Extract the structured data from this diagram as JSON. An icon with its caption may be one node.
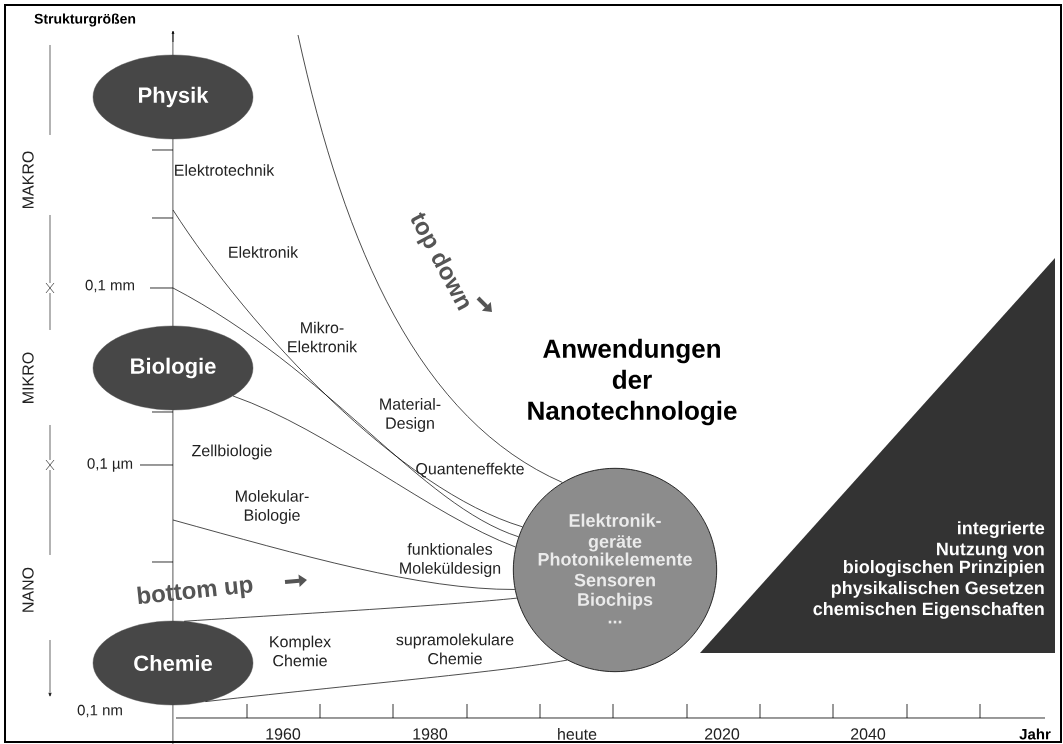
{
  "diagram": {
    "title": "Anwendungen der Nanotechnologie",
    "nodes": [
      {
        "text": [
          "Physik"
        ]
      },
      {
        "text": [
          "Biologie"
        ]
      },
      {
        "text": [
          "Chemie"
        ]
      },
      {
        "text": [
          "Elektronik-geräte",
          "Photonikelemente",
          "Sensoren",
          "Biochips",
          "..."
        ]
      },
      {
        "text": [
          "integrierte Nutzung von",
          "biologischen Prinzipien",
          "physikalischen Gesetzen",
          "chemischen Eigenschaften"
        ]
      },
      {
        "text": [],
        "shape": "line"
      }
    ],
    "edges": [
      {
        "from": null,
        "to": 3,
        "arrow": "none"
      },
      {
        "from": 5,
        "to": 3,
        "arrow": "none"
      },
      {
        "from": 5,
        "to": 3,
        "arrow": "none"
      },
      {
        "from": 1,
        "to": 3,
        "arrow": "none"
      },
      {
        "from": 5,
        "to": 3,
        "arrow": "none"
      },
      {
        "from": 2,
        "to": 3,
        "arrow": "none"
      },
      {
        "from": 2,
        "to": 3,
        "arrow": "none"
      }
    ],
    "labels": [
      "Strukturgrößen",
      "MAKRO",
      "MIKRO",
      "NANO",
      "0,1 mm",
      "0,1 µm",
      "0,1 nm",
      "Elektrotechnik",
      "Elektronik",
      "Mikro- Elektronik",
      "Material- Design",
      "Zellbiologie",
      "Quanteneffekte",
      "Molekular- Biologie",
      "funktionales Moleküldesign",
      "top down",
      "bottom up",
      "Komplex Chemie",
      "supramolekulare Chemie",
      "1960",
      "1980",
      "heute",
      "2020",
      "2040",
      "Jahr"
    ]
  }
}
